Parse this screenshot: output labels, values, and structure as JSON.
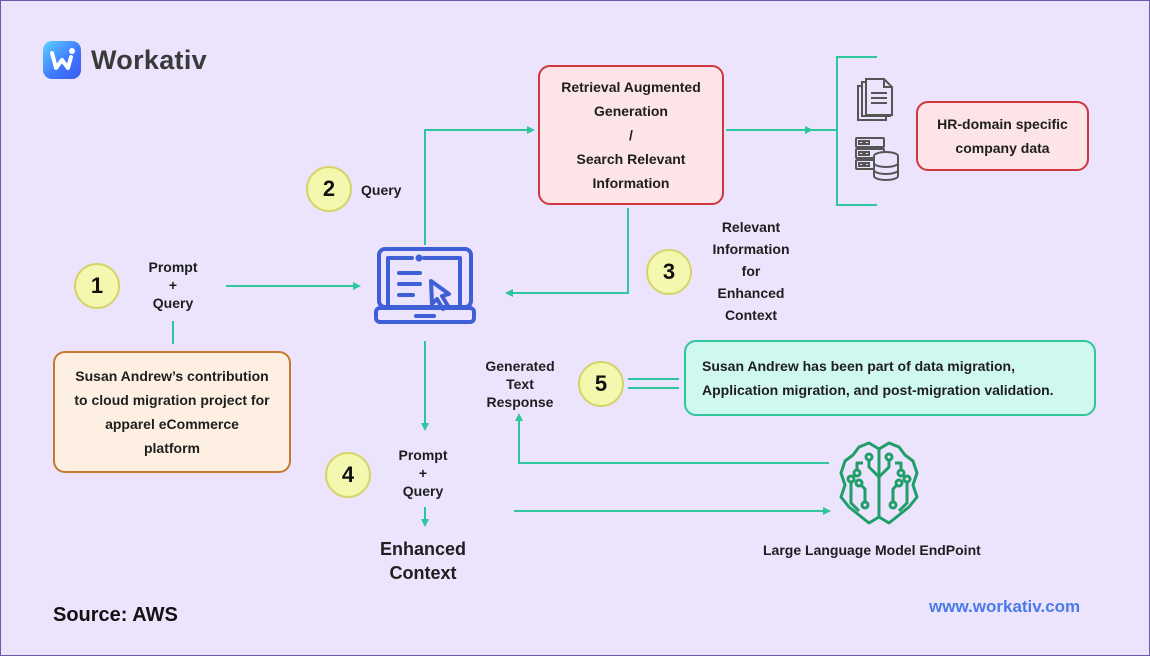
{
  "brand": {
    "name": "Workativ",
    "logo_icon": "workativ-logo-icon"
  },
  "colors": {
    "background": "#ece3fd",
    "connector": "#2fc59d",
    "laptop_icon": "#3f5fd6",
    "brain_icon": "#1f9e6a",
    "badge_fill": "#f4f7ae",
    "rag_box_border": "#d0363f",
    "susan_box_border": "#c7782c",
    "answer_box_border": "#2fc59d",
    "url": "#4a7be8"
  },
  "steps": [
    {
      "number": "1",
      "label_lines": [
        "Prompt",
        "+",
        "Query"
      ]
    },
    {
      "number": "2",
      "label_lines": [
        "Query"
      ]
    },
    {
      "number": "3",
      "label_lines": [
        "Relevant",
        "Information",
        "for",
        "Enhanced",
        "Context"
      ]
    },
    {
      "number": "4",
      "label_lines": [
        "Prompt",
        "+",
        "Query"
      ]
    },
    {
      "number": "5",
      "label_lines": []
    }
  ],
  "boxes": {
    "rag_lines": [
      "Retrieval Augmented",
      "Generation",
      "/",
      "Search Relevant",
      "Information"
    ],
    "hr_lines": [
      "HR-domain specific",
      "company data"
    ],
    "user_query_lines": [
      "Susan Andrew’s contribution",
      "to cloud migration project for",
      "apparel eCommerce",
      "platform"
    ],
    "answer_lines": [
      "Susan Andrew has been part of data migration,",
      "Application migration, and post-migration validation."
    ]
  },
  "labels": {
    "generated_response_lines": [
      "Generated",
      "Text",
      "Response"
    ],
    "enhanced_context_lines": [
      "Enhanced",
      "Context"
    ],
    "llm_endpoint": "Large Language Model EndPoint"
  },
  "icons": {
    "laptop": "laptop-cursor-icon",
    "documents": "documents-icon",
    "database": "server-database-icon",
    "brain": "ai-brain-circuit-icon"
  },
  "footer": {
    "source": "Source: AWS",
    "url": "www.workativ.com"
  }
}
